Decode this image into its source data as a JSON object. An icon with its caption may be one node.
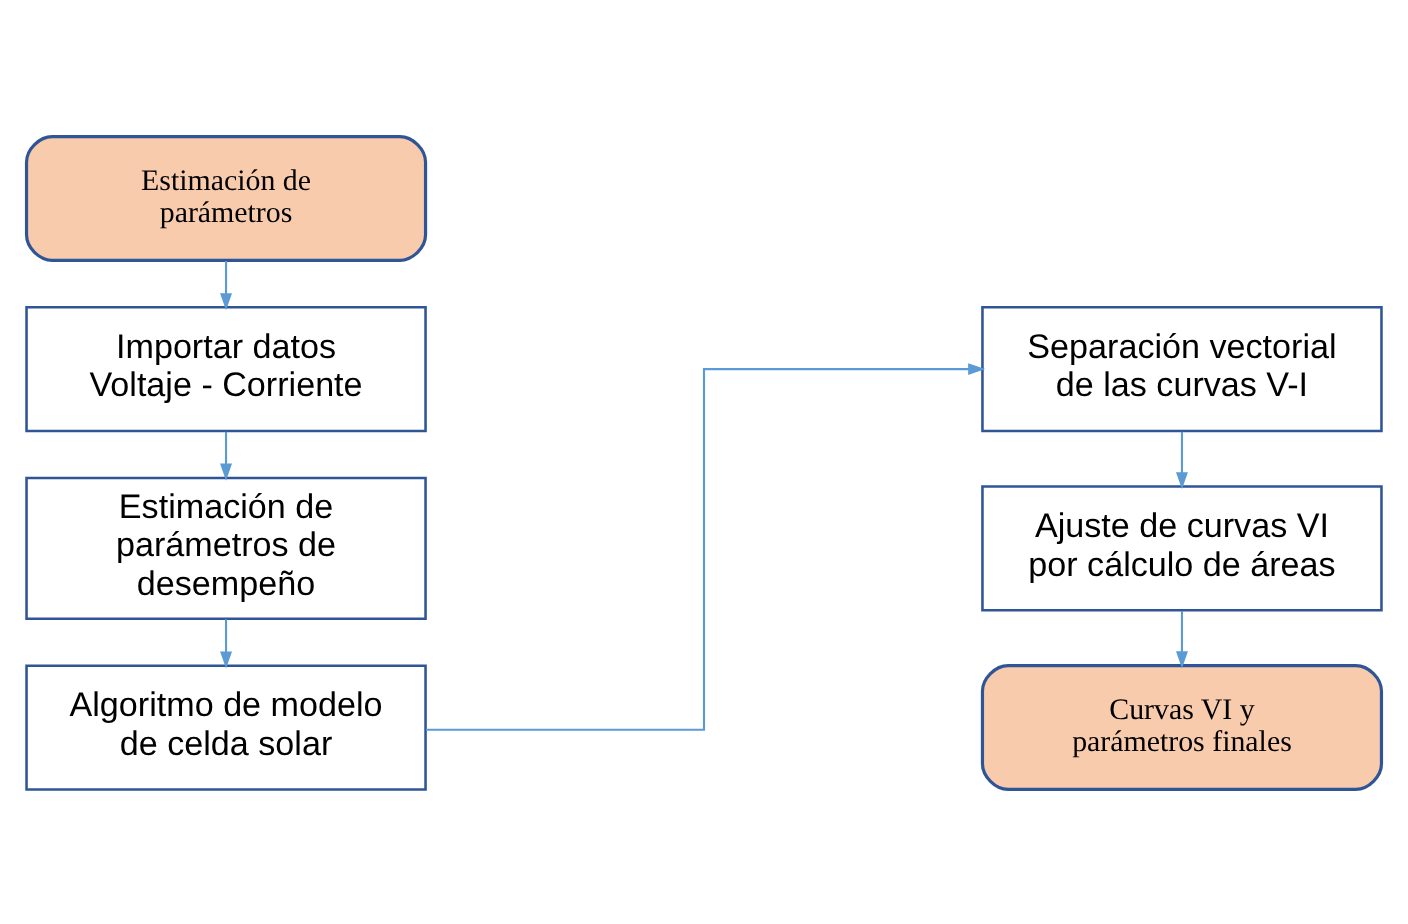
{
  "diagram": {
    "nodes": [
      {
        "text": [
          "Estimación de parámetros"
        ]
      },
      {
        "text": [
          "Importar datos Voltaje - Corriente"
        ]
      },
      {
        "text": [
          "Estimación de parámetros de desempeño"
        ]
      },
      {
        "text": [
          "Algoritmo de modelo de celda solar"
        ]
      },
      {
        "text": [
          "Separación vectorial de las curvas V-I"
        ]
      },
      {
        "text": [
          "Ajuste de curvas VI por cálculo de áreas"
        ]
      },
      {
        "text": [
          "Curvas VI y parámetros finales"
        ]
      }
    ],
    "edges": [
      {
        "from": 0,
        "to": 1,
        "arrow": "to"
      },
      {
        "from": 1,
        "to": 2,
        "arrow": "to"
      },
      {
        "from": 2,
        "to": 3,
        "arrow": "to"
      },
      {
        "from": 3,
        "to": 4,
        "arrow": "to"
      },
      {
        "from": 4,
        "to": 5,
        "arrow": "to"
      },
      {
        "from": 5,
        "to": 6,
        "arrow": "to"
      }
    ]
  }
}
